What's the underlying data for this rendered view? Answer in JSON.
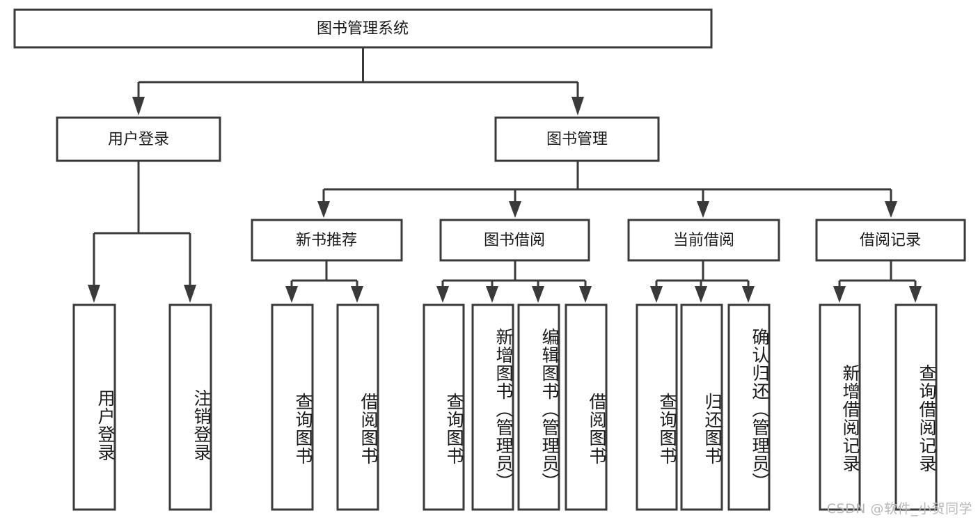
{
  "diagram": {
    "type": "tree-hierarchy",
    "title": "图书管理系统",
    "root": {
      "id": "root",
      "label": "图书管理系统"
    },
    "level2": [
      {
        "id": "user-login",
        "label": "用户登录"
      },
      {
        "id": "book-manage",
        "label": "图书管理"
      }
    ],
    "level3": [
      {
        "id": "new-book-rec",
        "label": "新书推荐",
        "parent": "book-manage"
      },
      {
        "id": "book-borrow",
        "label": "图书借阅",
        "parent": "book-manage"
      },
      {
        "id": "current-borrow",
        "label": "当前借阅",
        "parent": "book-manage"
      },
      {
        "id": "borrow-record",
        "label": "借阅记录",
        "parent": "book-manage"
      }
    ],
    "leaves": [
      {
        "id": "leaf-user-login",
        "label": "用户登录",
        "parent": "user-login"
      },
      {
        "id": "leaf-logout",
        "label": "注销登录",
        "parent": "user-login"
      },
      {
        "id": "leaf-query-book-1",
        "label": "查询图书",
        "parent": "new-book-rec"
      },
      {
        "id": "leaf-borrow-book-1",
        "label": "借阅图书",
        "parent": "new-book-rec"
      },
      {
        "id": "leaf-query-book-2",
        "label": "查询图书",
        "parent": "book-borrow"
      },
      {
        "id": "leaf-add-book",
        "label": "新增图书（管理员）",
        "parent": "book-borrow"
      },
      {
        "id": "leaf-edit-book",
        "label": "编辑图书（管理员）",
        "parent": "book-borrow"
      },
      {
        "id": "leaf-borrow-book-2",
        "label": "借阅图书",
        "parent": "book-borrow"
      },
      {
        "id": "leaf-query-book-3",
        "label": "查询图书",
        "parent": "current-borrow"
      },
      {
        "id": "leaf-return-book",
        "label": "归还图书",
        "parent": "current-borrow"
      },
      {
        "id": "leaf-confirm-return",
        "label": "确认归还（管理员）",
        "parent": "current-borrow"
      },
      {
        "id": "leaf-add-record",
        "label": "新增借阅记录",
        "parent": "borrow-record"
      },
      {
        "id": "leaf-query-record",
        "label": "查询借阅记录",
        "parent": "borrow-record"
      }
    ],
    "colors": {
      "stroke": "#3a3a3a",
      "box_fill": "#ffffff",
      "text": "#1a1a1a",
      "background": "#ffffff",
      "watermark": "#b6b6b6"
    }
  },
  "watermark": {
    "text": "CSDN @软件_小贺同学"
  }
}
